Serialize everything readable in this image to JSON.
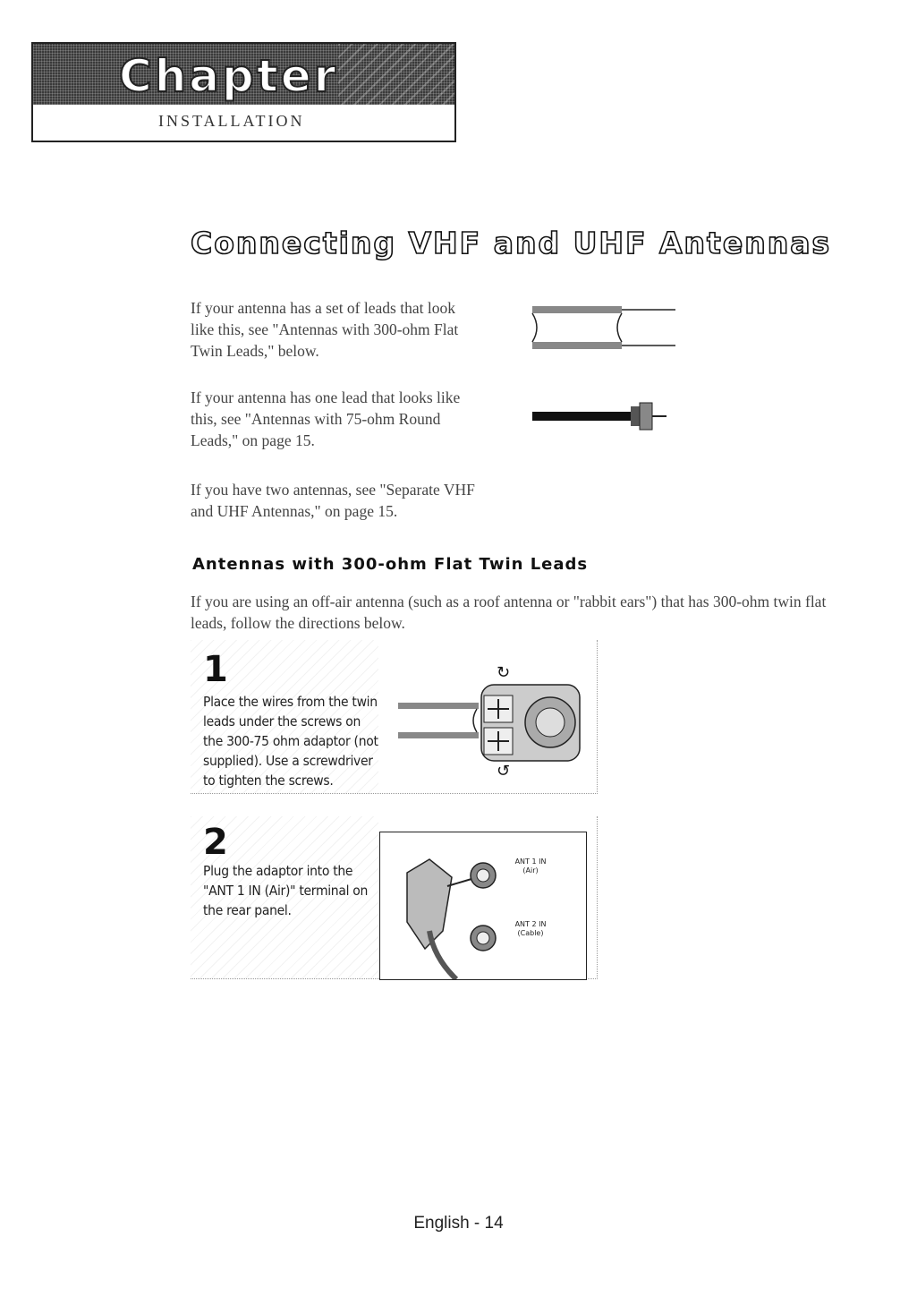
{
  "chapter": {
    "title": "Chapter Two",
    "subtitle": "INSTALLATION"
  },
  "heading": "Connecting VHF and UHF Antennas",
  "intro": [
    "If your antenna has a set of leads that look like this, see \"Antennas with 300-ohm Flat Twin Leads,\" below.",
    "If your antenna has one lead that looks like this, see \"Antennas with 75-ohm Round Leads,\" on page 15.",
    "If you have two antennas, see \"Separate VHF and UHF Antennas,\" on page 15."
  ],
  "section": {
    "heading": "Antennas with 300-ohm Flat Twin Leads",
    "body": "If you are using an off-air antenna (such as a roof antenna or \"rabbit ears\") that has 300-ohm twin flat leads, follow the directions below."
  },
  "steps": [
    {
      "number": "1",
      "text": "Place the wires from the twin leads under the screws on the 300-75 ohm adaptor (not supplied). Use a screwdriver to tighten the screws."
    },
    {
      "number": "2",
      "text": "Plug the adaptor into the \"ANT 1 IN (Air)\" terminal on the rear panel."
    }
  ],
  "terminals": {
    "ant1": "ANT 1 IN",
    "ant1_sub": "(Air)",
    "ant2": "ANT 2 IN",
    "ant2_sub": "(Cable)"
  },
  "footer": "English - 14"
}
